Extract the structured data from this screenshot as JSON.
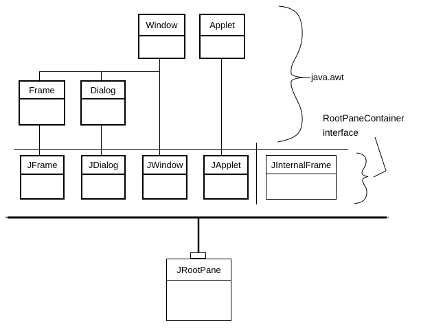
{
  "canvas": {
    "background_color": "#ffffff",
    "line_color": "#000000"
  },
  "classes": {
    "window": {
      "label": "Window"
    },
    "applet": {
      "label": "Applet"
    },
    "frame": {
      "label": "Frame"
    },
    "dialog": {
      "label": "Dialog"
    },
    "jframe": {
      "label": "JFrame"
    },
    "jdialog": {
      "label": "JDialog"
    },
    "jwindow": {
      "label": "JWindow"
    },
    "japplet": {
      "label": "JApplet"
    },
    "jinternalframe": {
      "label": "JInternalFrame"
    },
    "jrootpane": {
      "label": "JRootPane"
    }
  },
  "annotations": {
    "package_label": "java.awt",
    "interface_label_line1": "RootPaneContainer",
    "interface_label_line2": "interface"
  }
}
